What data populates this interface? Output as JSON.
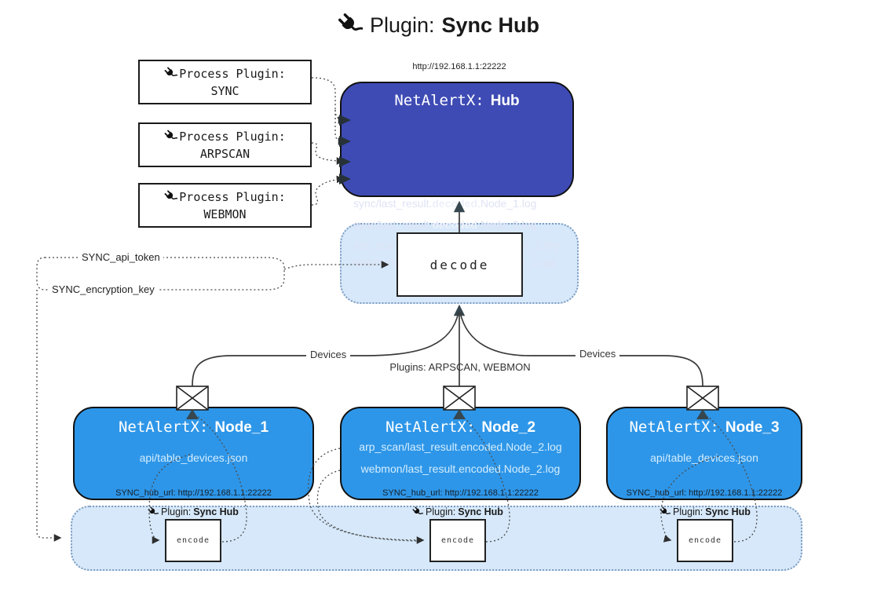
{
  "title": {
    "prefix": "Plugin:",
    "bold": "Sync Hub"
  },
  "hub_url": "http://192.168.1.1:22222",
  "process_plugins": [
    {
      "label": "Process Plugin:",
      "name": "SYNC"
    },
    {
      "label": "Process Plugin:",
      "name": "ARPSCAN"
    },
    {
      "label": "Process Plugin:",
      "name": "WEBMON"
    }
  ],
  "hub": {
    "title_prefix": "NetAlertX:",
    "title_bold": "Hub",
    "lines": [
      {
        "pre": "sync/last_result.",
        "bold": "decoded",
        "post": ".Node_1.log"
      },
      {
        "pre": "sync/last_result.",
        "bold": "decoded",
        "post": ".Node_3.log"
      },
      {
        "pre": "arp_scan/last_result.",
        "bold": "decoded",
        "post": ".Node_2.log"
      },
      {
        "pre": "webmon/last_result.",
        "bold": "decoded",
        "post": ".Node_2.log"
      }
    ]
  },
  "decode_label": "decode",
  "config_keys": {
    "api_token": "SYNC_api_token",
    "encryption_key": "SYNC_encryption_key"
  },
  "edge_labels": {
    "devices_left": "Devices",
    "plugins_center": "Plugins: ARPSCAN, WEBMON",
    "devices_right": "Devices"
  },
  "nodes": [
    {
      "title_prefix": "NetAlertX:",
      "title_bold": "Node_1",
      "files": [
        "api/table_devices.json"
      ],
      "footer": "SYNC_hub_url: http://192.168.1.1:22222"
    },
    {
      "title_prefix": "NetAlertX:",
      "title_bold": "Node_2",
      "files": [
        "arp_scan/last_result.encoded.Node_2.log",
        "webmon/last_result.encoded.Node_2.log"
      ],
      "footer": "SYNC_hub_url: http://192.168.1.1:22222"
    },
    {
      "title_prefix": "NetAlertX:",
      "title_bold": "Node_3",
      "files": [
        "api/table_devices.json"
      ],
      "footer": "SYNC_hub_url: http://192.168.1.1:22222"
    }
  ],
  "encoders": [
    {
      "label_prefix": "Plugin:",
      "label_bold": "Sync Hub",
      "box_label": "encode"
    },
    {
      "label_prefix": "Plugin:",
      "label_bold": "Sync Hub",
      "box_label": "encode"
    },
    {
      "label_prefix": "Plugin:",
      "label_bold": "Sync Hub",
      "box_label": "encode"
    }
  ],
  "colors": {
    "hub_fill": "#3e4bb5",
    "node_fill": "#2e96e8",
    "container_fill": "#d6e8fa"
  }
}
